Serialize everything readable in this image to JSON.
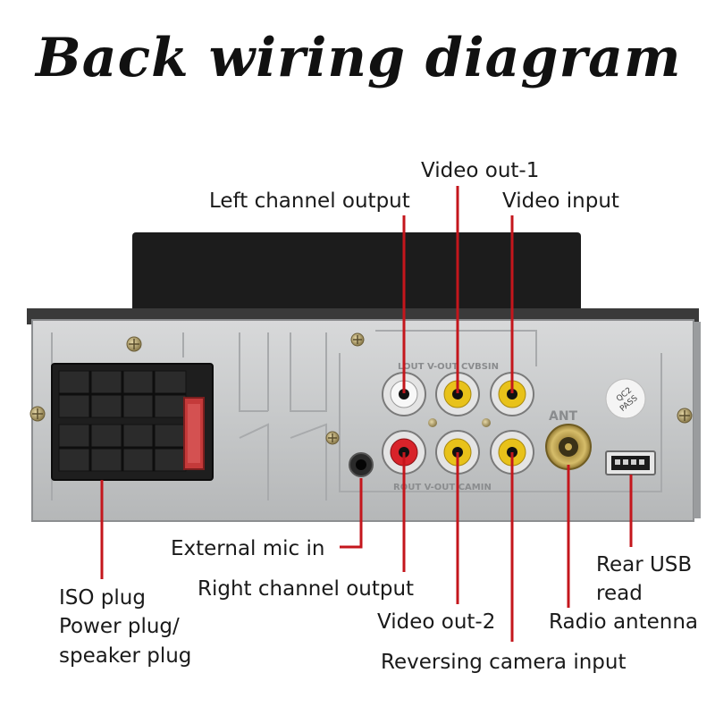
{
  "title": "Back wiring diagram",
  "panel": {
    "top_row_text": "LOUT V-OUT CVBSIN",
    "bottom_row_text": "ROUT V-OUT CAMIN",
    "ant_text": "ANT",
    "sticker_line1": "QC2",
    "sticker_line2": "PASS"
  },
  "labels": {
    "video_out_1": "Video out-1",
    "left_channel_output": "Left channel output",
    "video_input": "Video input",
    "external_mic_in": "External mic in",
    "iso_plug_line1": "ISO plug",
    "iso_plug_line2": "Power plug/",
    "iso_plug_line3": "speaker plug",
    "right_channel_output": "Right channel output",
    "video_out_2": "Video out-2",
    "reversing_camera_input": "Reversing camera input",
    "rear_usb_line1": "Rear USB",
    "rear_usb_line2": "read",
    "radio_antenna": "Radio antenna"
  },
  "colors": {
    "leader_line": "#c4161c",
    "rca_white": "#f2f2f2",
    "rca_red": "#d8232a",
    "rca_yellow": "#e8c21a",
    "panel_metal": "#c9cbcc",
    "chassis_dark": "#1c1c1c"
  }
}
